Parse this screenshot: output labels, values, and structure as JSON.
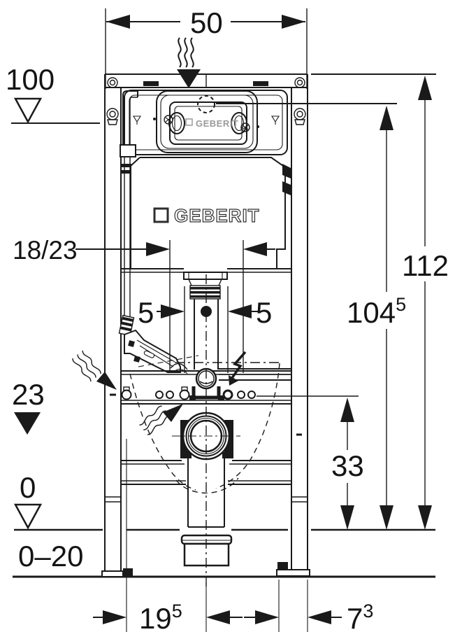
{
  "drawing": {
    "plate_logo": "GEBERIT",
    "tank_logo": "GEBERIT",
    "labels": {
      "width": "50",
      "datum_top": "100",
      "height_total": "112",
      "height_actuator": "104",
      "height_actuator_sup": "5",
      "flush_offset": "18/23",
      "side_left": "5",
      "side_right": "5",
      "datum_mid": "23",
      "outlet_height": "33",
      "datum_floor": "0",
      "floor_range": "0–20",
      "depth_front": "19",
      "depth_front_sup": "5",
      "depth_back": "7",
      "depth_back_sup": "3"
    }
  }
}
